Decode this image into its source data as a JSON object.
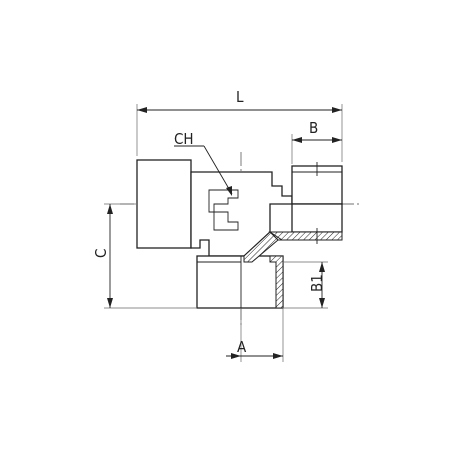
{
  "labels": {
    "L": "L",
    "B": "B",
    "CH": "CH",
    "C": "C",
    "B1": "B1",
    "A": "A"
  },
  "colors": {
    "line": "#222222",
    "background": "#ffffff"
  }
}
